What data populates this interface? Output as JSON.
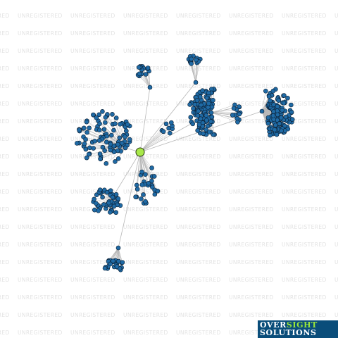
{
  "watermark": {
    "text": "UNREGISTERED"
  },
  "logo": {
    "line1a": "OVER",
    "line1b": "SIGHT",
    "line2": "SOLUTIONS",
    "accent": "#9be63a",
    "background": "#0a4d7a"
  },
  "graph": {
    "node_fill": "#1f6aa5",
    "node_stroke": "#0b1f33",
    "center_fill": "#a8e84a",
    "edge_color": "#b8b8b8"
  }
}
